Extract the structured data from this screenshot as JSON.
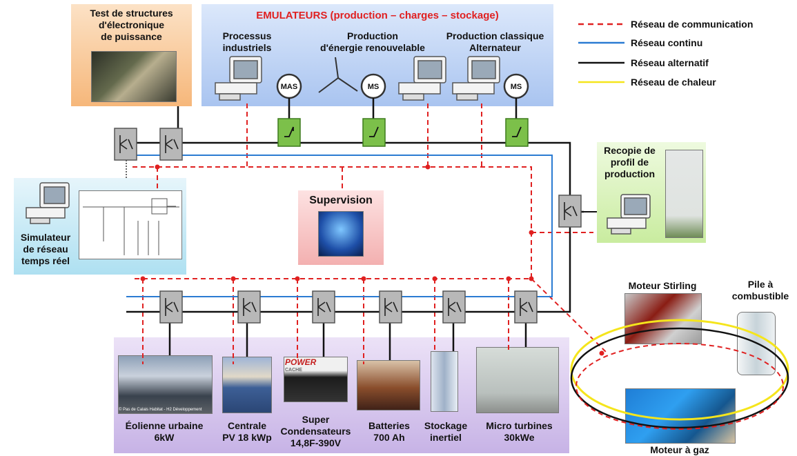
{
  "emulators": {
    "title": "EMULATEURS (production – charges – stockage)",
    "process": {
      "line1": "Processus",
      "line2": "industriels"
    },
    "renewable": {
      "line1": "Production",
      "line2": "d'énergie renouvelable"
    },
    "classic": {
      "line1": "Production classique",
      "line2": "Alternateur"
    },
    "machines": [
      "MAS",
      "MS",
      "MS"
    ]
  },
  "power_electronics": {
    "line1": "Test de structures",
    "line2": "d'électronique",
    "line3": "de puissance"
  },
  "legend": [
    {
      "label": "Réseau de communication",
      "color": "#e02020",
      "style": "dashed"
    },
    {
      "label": "Réseau continu",
      "color": "#2a7bd2",
      "style": "solid"
    },
    {
      "label": "Réseau alternatif",
      "color": "#111111",
      "style": "solid"
    },
    {
      "label": "Réseau de chaleur",
      "color": "#f5e51c",
      "style": "solid"
    }
  ],
  "simulator": {
    "line1": "Simulateur",
    "line2": "de réseau",
    "line3": "temps réel"
  },
  "supervision": {
    "title": "Supervision"
  },
  "recopie": {
    "line1": "Recopie de",
    "line2": "profil de",
    "line3": "production"
  },
  "storage": [
    {
      "line1": "Éolienne urbaine",
      "line2": "6kW"
    },
    {
      "line1": "Centrale",
      "line2": "PV 18 kWp"
    },
    {
      "line1": "Super",
      "line2": "Condensateurs",
      "line3": "14,8F-390V"
    },
    {
      "line1": "Batteries",
      "line2": "700 Ah"
    },
    {
      "line1": "Stockage",
      "line2": "inertiel"
    },
    {
      "line1": "Micro turbines",
      "line2": "30kWe"
    }
  ],
  "power_cache": {
    "word1": "POWER",
    "word2": "CACHE"
  },
  "photo_caption": "© Pas de Calais Habitat - H2 Développement",
  "heat": {
    "stirling": "Moteur Stirling",
    "fuelcell": {
      "line1": "Pile à",
      "line2": "combustible"
    },
    "gas": "Moteur à gaz"
  }
}
